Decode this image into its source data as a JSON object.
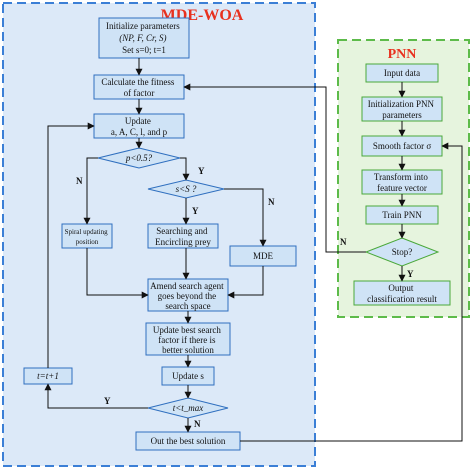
{
  "colors": {
    "mde_panel_fill": "#dce9f8",
    "mde_panel_border": "#3b7fd6",
    "pnn_panel_fill": "#e6f4de",
    "pnn_panel_border": "#5dbb4a",
    "node_fill": "#cfe3f6",
    "node_border": "#2f6fbf",
    "pnn_node_border": "#4aa83a",
    "arrow": "#111111",
    "title": "#e8311f"
  },
  "panels": {
    "mde_title": "MDE-WOA",
    "pnn_title": "PNN"
  },
  "nodes": {
    "init_params": [
      "Initialize parameters",
      "(NP, F, Cr, S)",
      "Set s=0; t=1"
    ],
    "calc_fitness": [
      "Calculate the fitness",
      "of factor"
    ],
    "update": [
      "Update",
      "a, A, C, l, and p"
    ],
    "p_decision": "p<0.5?",
    "s_decision": "s<S ?",
    "spiral": [
      "Spiral updating",
      "position"
    ],
    "searching": [
      "Searching and",
      "Encircling prey"
    ],
    "mde": "MDE",
    "amend": [
      "Amend search agent",
      "goes beyond the",
      "search space"
    ],
    "update_best": [
      "Update best search",
      "factor if there is",
      "better solution"
    ],
    "update_s": "Update s",
    "t_decision": "t<t_max",
    "t_inc": "t=t+1",
    "out_best": "Out the best solution",
    "input_data": "Input data",
    "init_pnn": [
      "Initialization PNN",
      "parameters"
    ],
    "smooth": "Smooth factor σ",
    "transform": [
      "Transform into",
      "feature vector"
    ],
    "train": "Train PNN",
    "stop": "Stop?",
    "output": [
      "Output",
      "classification result"
    ]
  },
  "labels": {
    "p_yes": "Y",
    "p_no": "N",
    "s_yes": "Y",
    "s_no": "N",
    "t_yes": "Y",
    "t_no": "N",
    "stop_yes": "Y",
    "stop_no": "N"
  }
}
